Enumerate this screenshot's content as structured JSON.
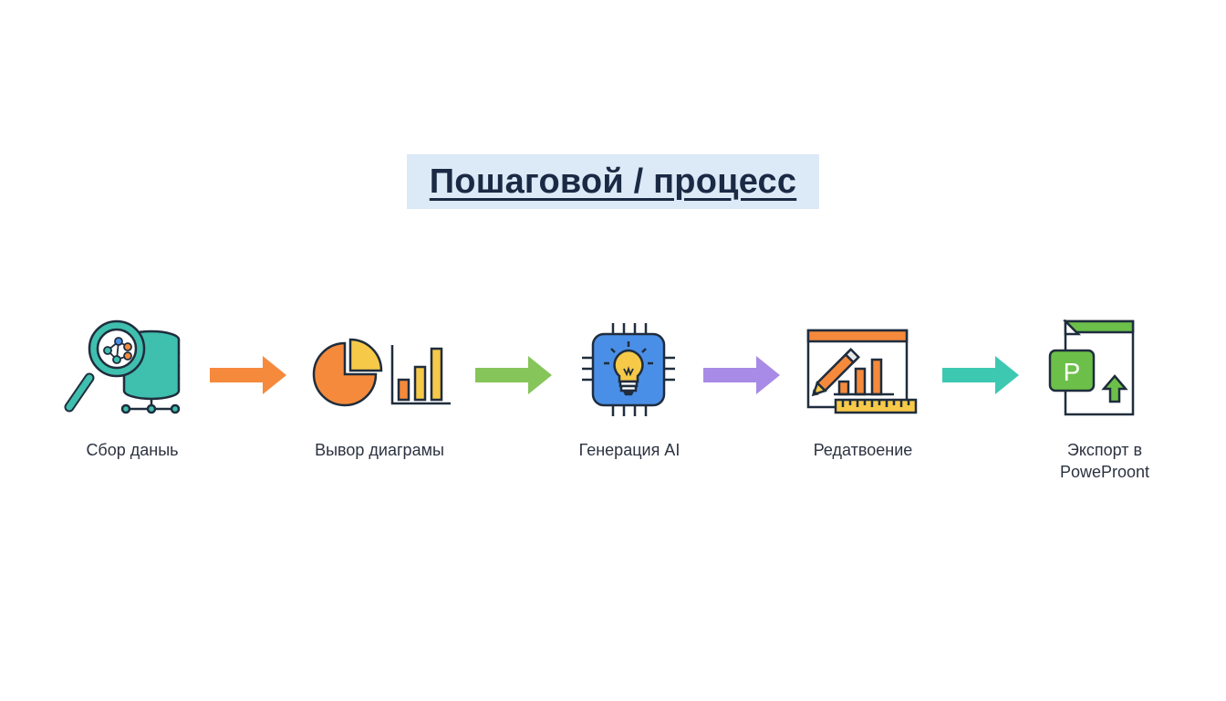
{
  "title": "Пошаговой / процесс",
  "steps": [
    {
      "label": "Сбор даныь",
      "icon": "data-search-icon"
    },
    {
      "label": "Вывор диаграмы",
      "icon": "chart-selection-icon"
    },
    {
      "label": "Генерация AI",
      "icon": "ai-chip-lightbulb-icon"
    },
    {
      "label": "Редатвоение",
      "icon": "chart-edit-icon"
    },
    {
      "label": "Экспорт в PoweProont",
      "icon": "powerpoint-export-icon",
      "badge_letter": "P"
    }
  ],
  "arrows": [
    {
      "color": "#f58a3c"
    },
    {
      "color": "#86c55a"
    },
    {
      "color": "#a88be6"
    },
    {
      "color": "#3dc8b2"
    }
  ],
  "colors": {
    "title_bg": "#dce9f7",
    "title_text": "#1b2a44",
    "teal": "#3fbfae",
    "orange": "#f58a3c",
    "yellow": "#f7c948",
    "blue": "#4a8fe7",
    "green": "#6cc04a",
    "outline": "#1f2d3d"
  }
}
